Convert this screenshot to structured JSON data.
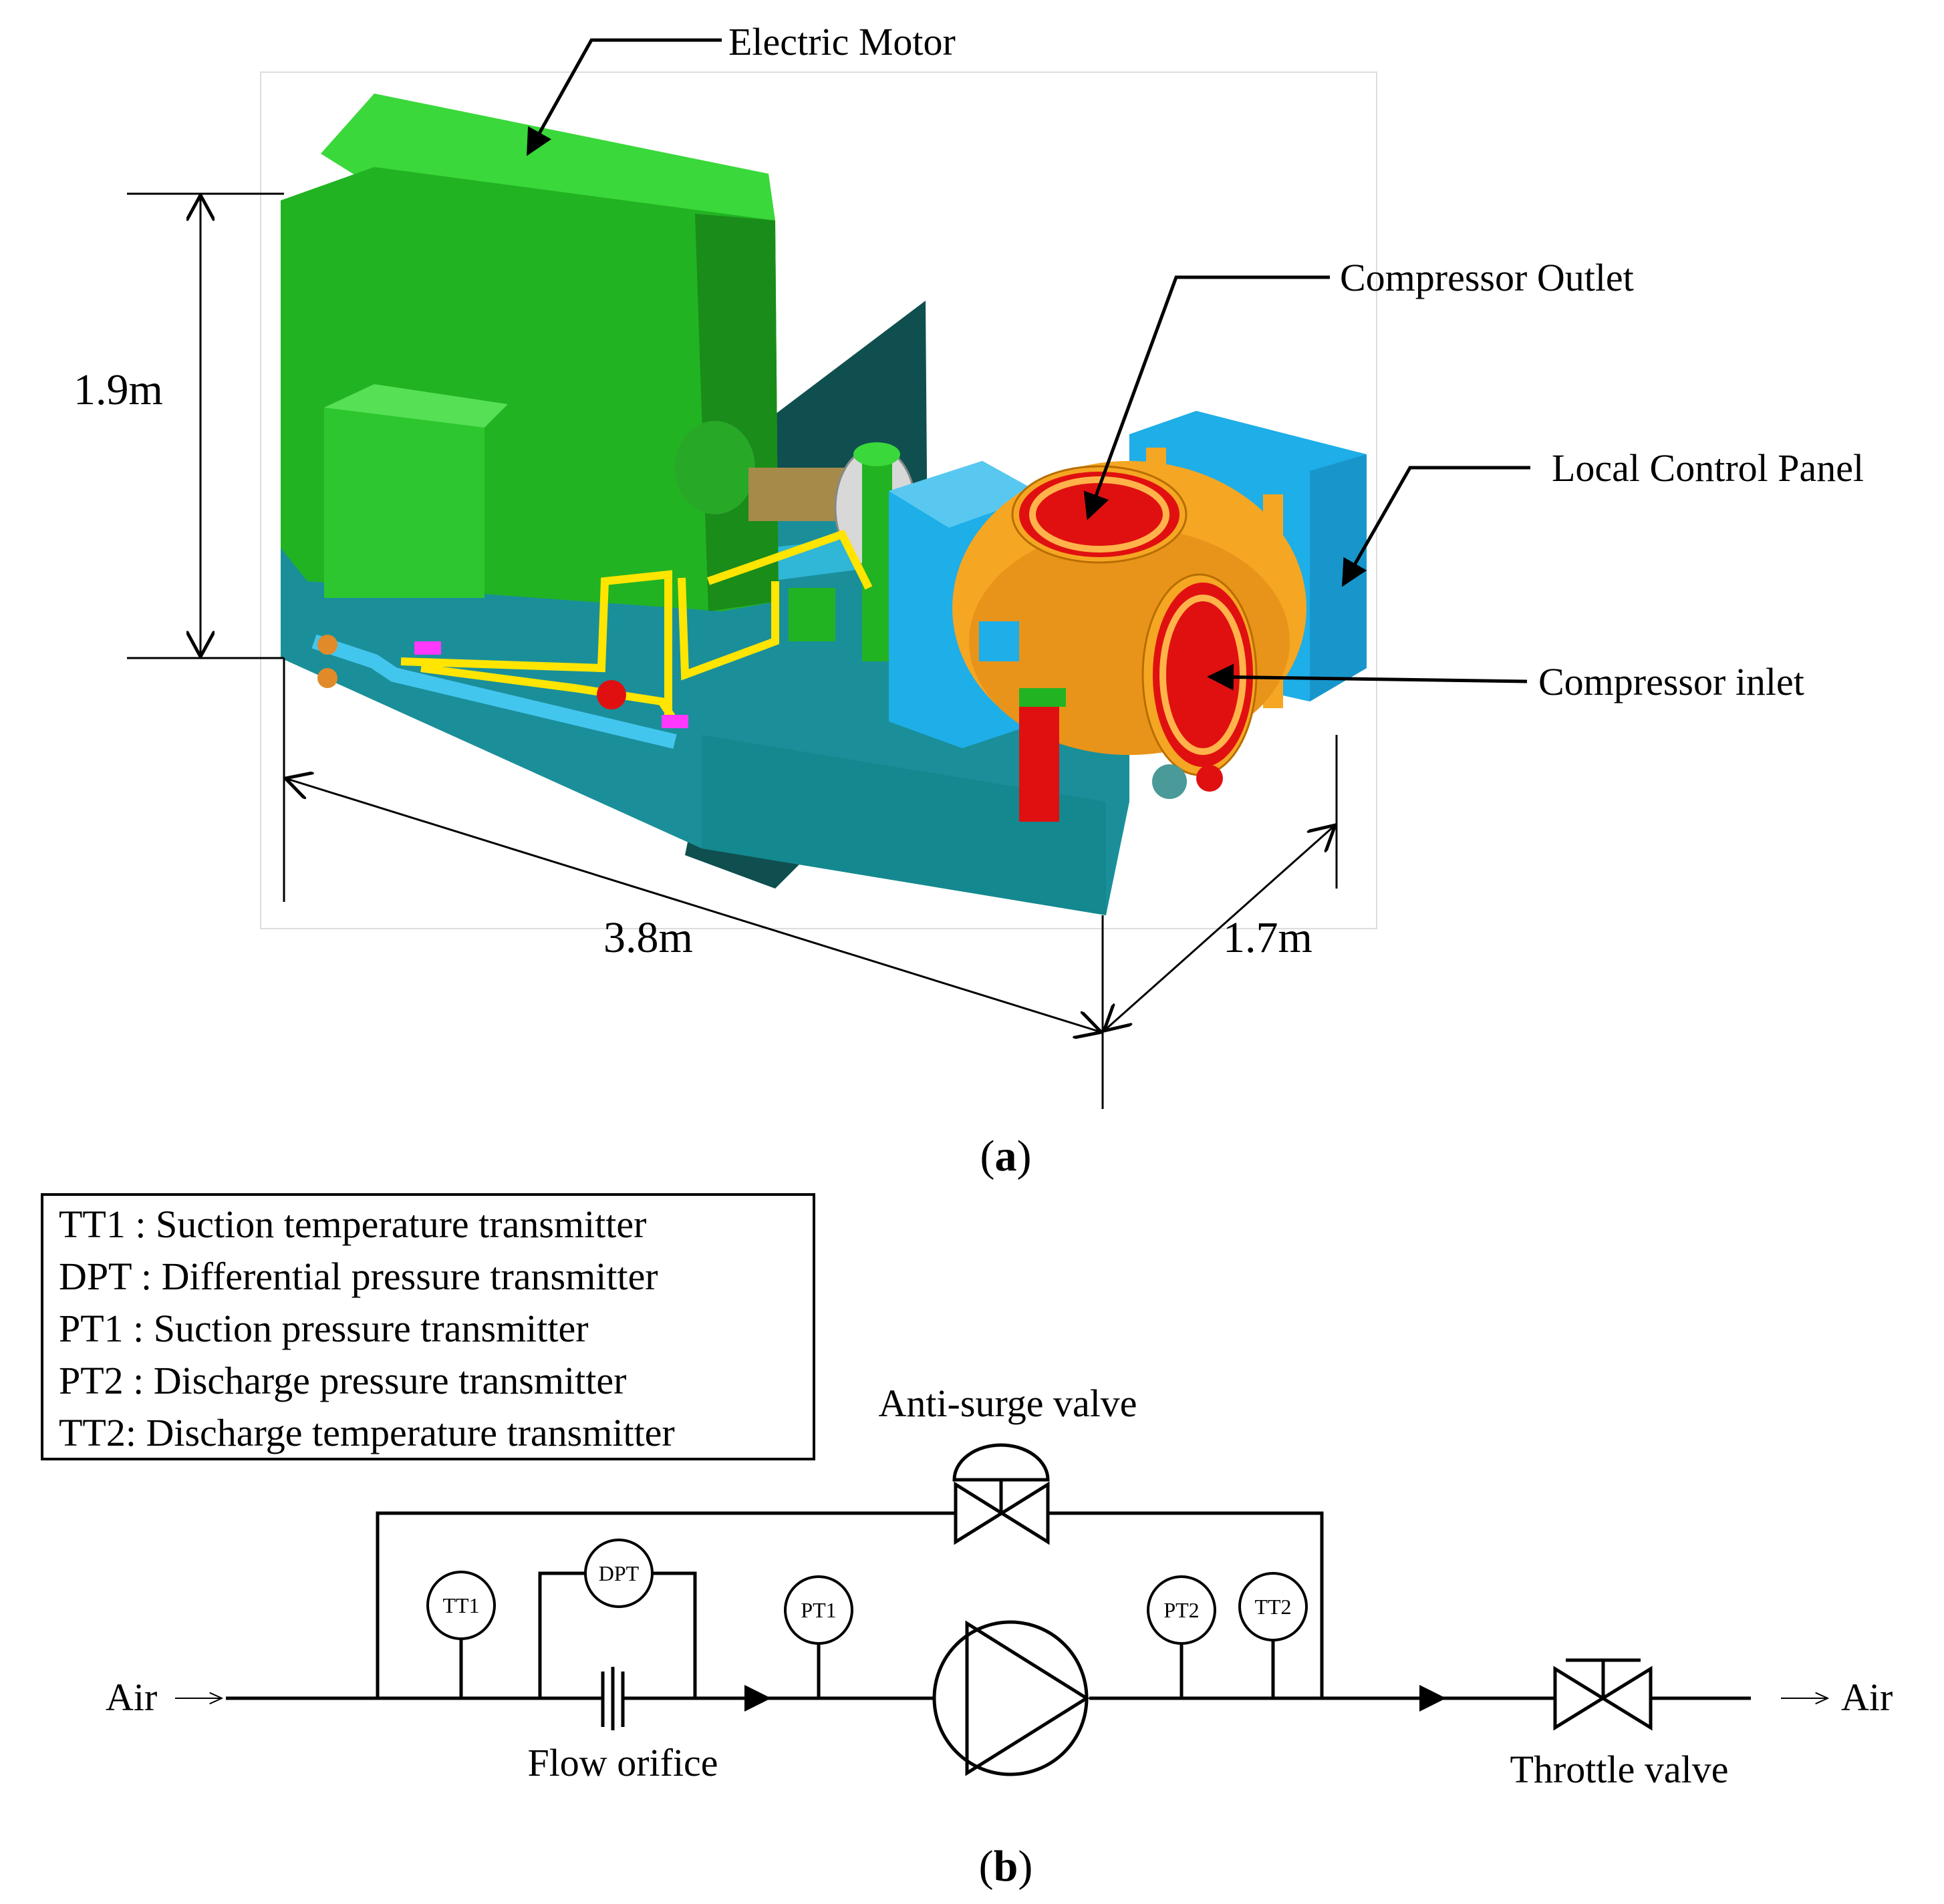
{
  "figure_a": {
    "labels": {
      "electric_motor": "Electric Motor",
      "compressor_outlet": "Compressor Outlet",
      "local_control_panel": "Local Control Panel",
      "compressor_inlet": "Compressor inlet",
      "height": "1.9m",
      "length": "3.8m",
      "width": "1.7m"
    },
    "caption_letter": "a",
    "colors": {
      "motor": "#22b322",
      "skid": "#2aa6c8",
      "skid_dark": "#138a8a",
      "compressor": "#f5a623",
      "flange": "#e01010",
      "panel": "#1eaee8",
      "piping": "#ffe500"
    }
  },
  "figure_b": {
    "legend": [
      "TT1 : Suction temperature transmitter",
      "DPT : Differential pressure transmitter",
      "PT1 : Suction pressure transmitter",
      "PT2 : Discharge pressure transmitter",
      "TT2: Discharge temperature transmitter"
    ],
    "anti_surge_valve": "Anti-surge valve",
    "flow_orifice": "Flow orifice",
    "throttle_valve": "Throttle valve",
    "air_in": "Air",
    "air_out": "Air",
    "instruments": {
      "tt1": "TT1",
      "dpt": "DPT",
      "pt1": "PT1",
      "pt2": "PT2",
      "tt2": "TT2"
    },
    "caption_letter": "b"
  }
}
